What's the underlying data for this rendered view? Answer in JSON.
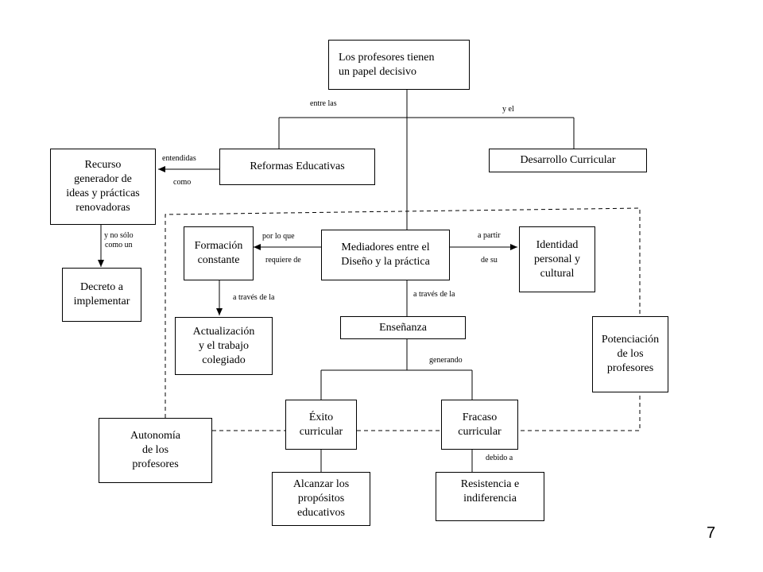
{
  "nodes": {
    "root": "Los profesores tienen\nun papel decisivo",
    "reformas": "Reformas Educativas",
    "desarrollo": "Desarrollo Curricular",
    "recurso": "Recurso\ngenerador de\nideas y prácticas\nrenovadoras",
    "decreto": "Decreto a\nimplementar",
    "formacion": "Formación\nconstante",
    "mediadores": "Mediadores entre el\nDiseño y la práctica",
    "identidad": "Identidad\npersonal y\ncultural",
    "actualizacion": "Actualización\ny el trabajo\ncolegiado",
    "ensenanza": "Enseñanza",
    "potenciacion": "Potenciación\nde los\nprofesores",
    "exito": "Éxito\ncurricular",
    "fracaso": "Fracaso\ncurricular",
    "autonomia": "Autonomía\nde los\nprofesores",
    "alcanzar": "Alcanzar los\npropósitos\neducativos",
    "resistencia": "Resistencia e\nindiferencia"
  },
  "labels": {
    "entre_las": "entre las",
    "y_el": "y  el",
    "entendidas": "entendidas",
    "como": "como",
    "y_no_solo": "y no sólo\ncomo un",
    "por_lo_que": "por lo  que",
    "requiere_de": "requiere de",
    "a_partir": "a partir",
    "de_su": "de su",
    "a_traves_1": "a través de la",
    "a_traves_2": "a través de la",
    "generando": "generando",
    "debido_a": "debido a"
  },
  "page_number": "7"
}
